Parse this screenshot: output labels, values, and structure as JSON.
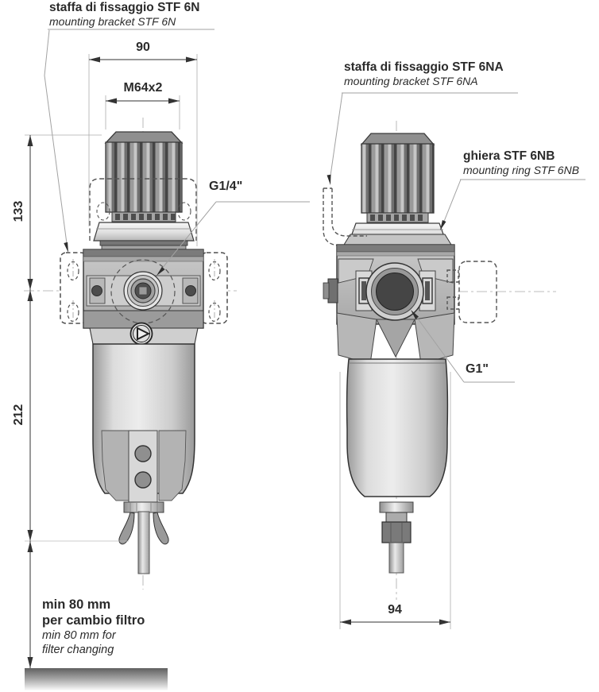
{
  "annotations": {
    "bracket_n_title": "staffa di fissaggio STF 6N",
    "bracket_n_subtitle": "mounting bracket STF 6N",
    "bracket_na_title": "staffa di fissaggio STF 6NA",
    "bracket_na_subtitle": "mounting bracket STF 6NA",
    "ring_nb_title": "ghiera STF 6NB",
    "ring_nb_subtitle": "mounting ring STF 6NB",
    "port_side": "G1/4\"",
    "port_front": "G1\"",
    "clearance_line1": "min 80 mm",
    "clearance_line2": "per cambio filtro",
    "clearance_line3": "min 80 mm for",
    "clearance_line4": "filter changing"
  },
  "dimensions": {
    "overall_width": "90",
    "knob_thread": "M64x2",
    "upper_height": "133",
    "lower_height": "212",
    "front_width": "94"
  },
  "colors": {
    "line": "#333333",
    "text": "#2b2b2b",
    "leader": "#9a9a9a",
    "knob_dark": "#4a4a4a",
    "body_gray": "#b5b5b5",
    "bowl_light": "#d9d9d9",
    "port_dark": "#474747"
  }
}
